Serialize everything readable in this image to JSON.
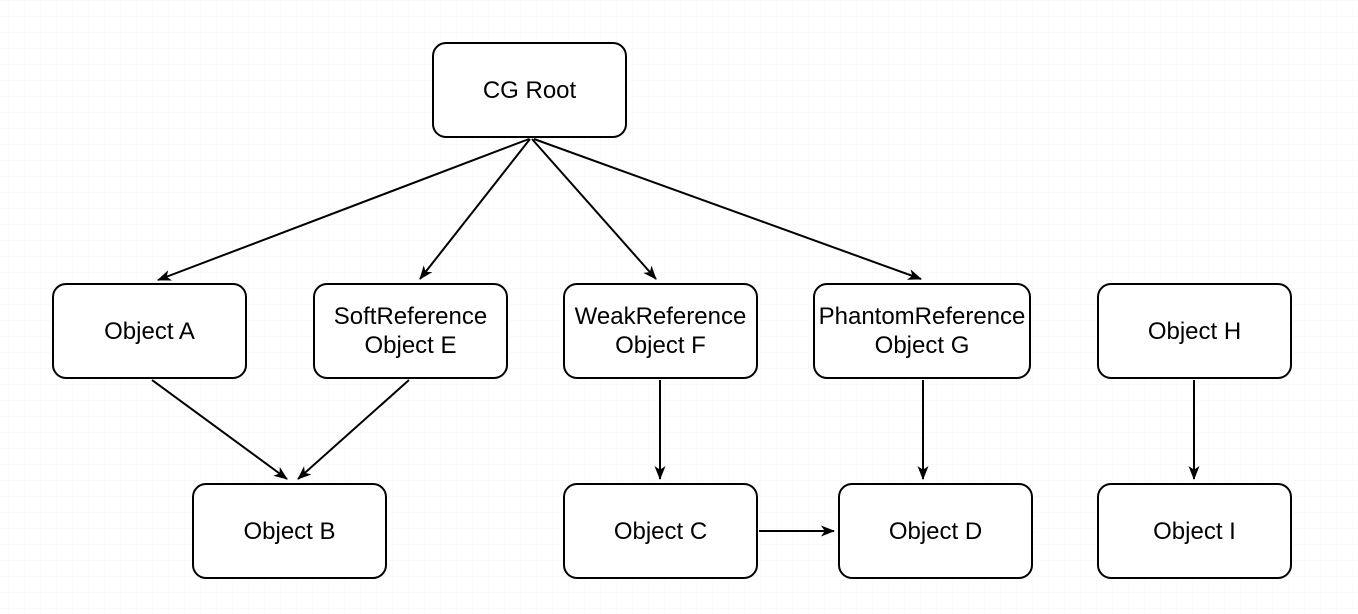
{
  "colors": {
    "background": "#ffffff",
    "node_fill": "#ffffff",
    "node_stroke": "#000000",
    "edge_stroke": "#000000",
    "grid_major": "#e5e5e5",
    "grid_minor": "#fafafa"
  },
  "nodes": [
    {
      "id": "cg-root",
      "label": "CG Root"
    },
    {
      "id": "object-a",
      "label": "Object A"
    },
    {
      "id": "soft-reference-object-e",
      "label": "SoftReference\nObject E"
    },
    {
      "id": "weak-reference-object-f",
      "label": "WeakReference\nObject F"
    },
    {
      "id": "phantom-reference-object-g",
      "label": "PhantomReference\nObject G"
    },
    {
      "id": "object-h",
      "label": "Object H"
    },
    {
      "id": "object-b",
      "label": "Object B"
    },
    {
      "id": "object-c",
      "label": "Object C"
    },
    {
      "id": "object-d",
      "label": "Object D"
    },
    {
      "id": "object-i",
      "label": "Object I"
    }
  ],
  "edges": [
    {
      "from": "CG Root",
      "to": "Object A"
    },
    {
      "from": "CG Root",
      "to": "SoftReference Object E"
    },
    {
      "from": "CG Root",
      "to": "WeakReference Object F"
    },
    {
      "from": "CG Root",
      "to": "PhantomReference Object G"
    },
    {
      "from": "Object A",
      "to": "Object B"
    },
    {
      "from": "SoftReference Object E",
      "to": "Object B"
    },
    {
      "from": "WeakReference Object F",
      "to": "Object C"
    },
    {
      "from": "PhantomReference Object G",
      "to": "Object D"
    },
    {
      "from": "Object C",
      "to": "Object D"
    },
    {
      "from": "Object H",
      "to": "Object I"
    }
  ]
}
